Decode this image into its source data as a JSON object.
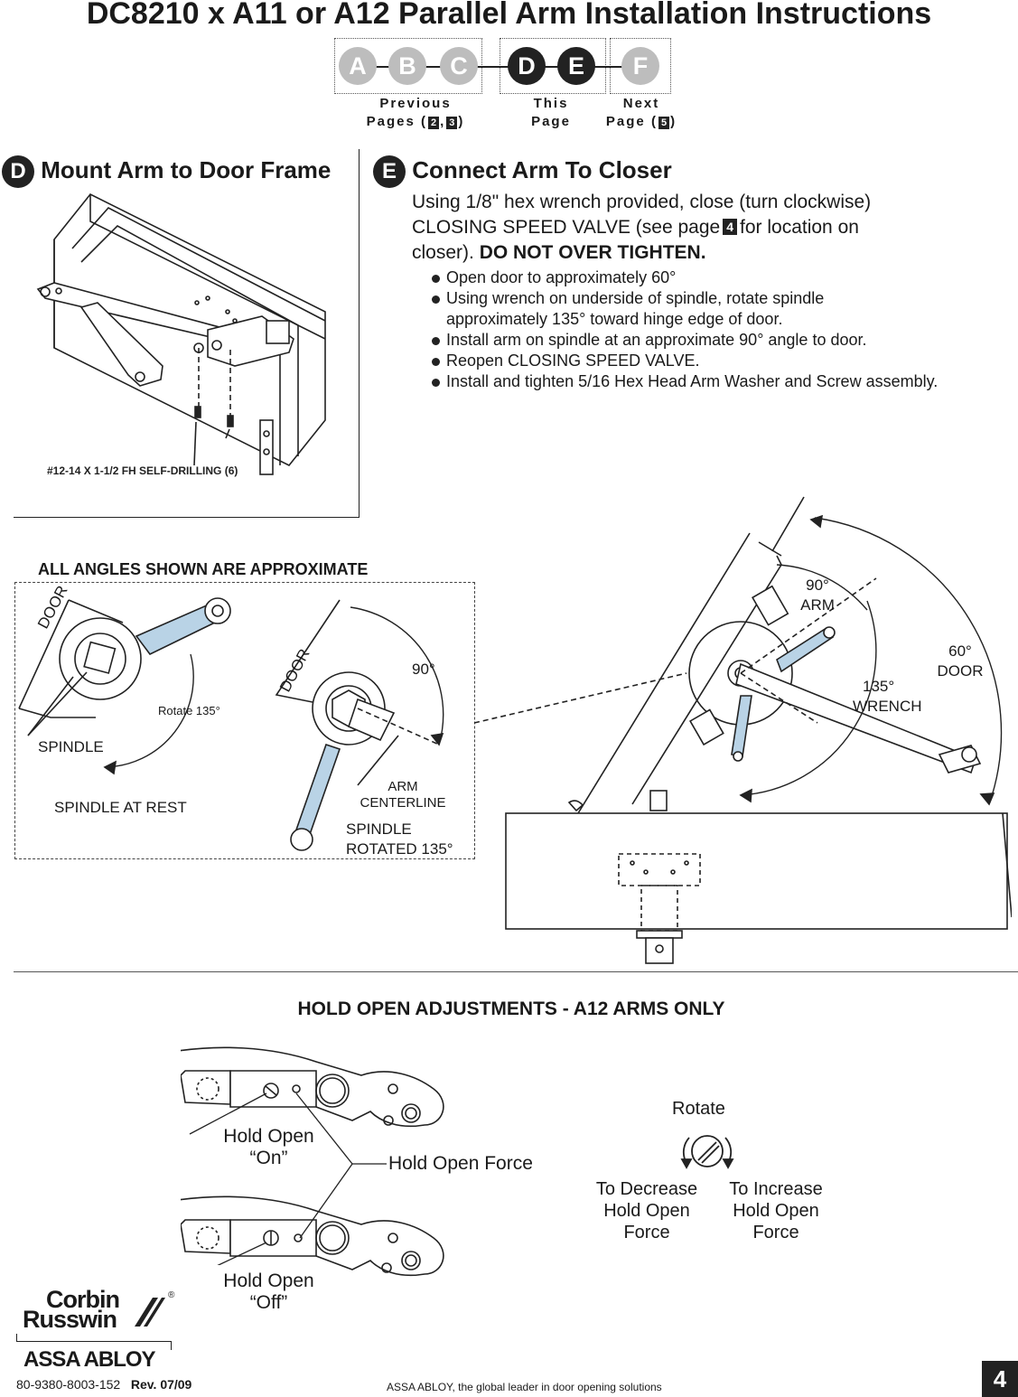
{
  "title": "DC8210 x A11 or A12 Parallel Arm Installation Instructions",
  "steps": {
    "letters": [
      "A",
      "B",
      "C",
      "D",
      "E",
      "F"
    ],
    "previous_label": "Previous",
    "previous_pages_prefix": "Pages (",
    "previous_page_a": "2",
    "previous_page_sep": ",",
    "previous_page_b": "3",
    "pages_suffix": ")",
    "this_label_1": "This",
    "this_label_2": "Page",
    "next_label_1": "Next",
    "next_prefix": "Page (",
    "next_page": "5",
    "next_suffix": ")"
  },
  "section_d": {
    "badge": "D",
    "heading": "Mount Arm to Door Frame",
    "screw_label": "#12-14 X 1-1/2 FH SELF-DRILLING (6)"
  },
  "section_e": {
    "badge": "E",
    "heading": "Connect Arm To Closer",
    "intro_1": "Using 1/8\" hex wrench provided, close (turn clockwise)",
    "intro_2a": "CLOSING SPEED VALVE (see page",
    "intro_page": "4",
    "intro_2b": "for location on",
    "intro_3a": "closer).",
    "intro_3b": "DO NOT OVER TIGHTEN.",
    "bullets": [
      "Open door to approximately 60°",
      "Using wrench on underside of spindle, rotate spindle approximately 135° toward hinge edge of door.",
      "Install arm on spindle at an approximate 90° angle to door.",
      "Reopen CLOSING SPEED VALVE.",
      "Install and tighten 5/16 Hex Head Arm Washer and Screw assembly."
    ]
  },
  "angles": {
    "heading": "ALL ANGLES SHOWN ARE APPROXIMATE",
    "door": "DOOR",
    "rotate": "Rotate 135°",
    "spindle": "SPINDLE",
    "spindle_rest": "SPINDLE AT REST",
    "ninety": "90°",
    "arm_centerline_1": "ARM",
    "arm_centerline_2": "CENTERLINE",
    "spindle_rotated_1": "SPINDLE",
    "spindle_rotated_2": "ROTATED 135°",
    "arm_90_1": "90°",
    "arm_90_2": "ARM",
    "wrench_1": "135°",
    "wrench_2": "WRENCH",
    "door_60_1": "60°",
    "door_60_2": "DOOR"
  },
  "hold_open": {
    "heading": "HOLD OPEN ADJUSTMENTS - A12 ARMS ONLY",
    "on_1": "Hold Open",
    "on_2": "“On”",
    "force": "Hold Open Force",
    "off_1": "Hold Open",
    "off_2": "“Off”",
    "rotate": "Rotate",
    "decrease": [
      "To Decrease",
      "Hold Open",
      "Force"
    ],
    "increase": [
      "To Increase",
      "Hold Open",
      "Force"
    ]
  },
  "footer": {
    "brand_1": "Corbin",
    "brand_2": "Russwin",
    "registered": "®",
    "parent": "ASSA ABLOY",
    "doc_number": "80-9380-8003-152",
    "revision": "Rev. 07/09",
    "tagline": "ASSA ABLOY, the global leader in door opening solutions",
    "page_number": "4"
  }
}
